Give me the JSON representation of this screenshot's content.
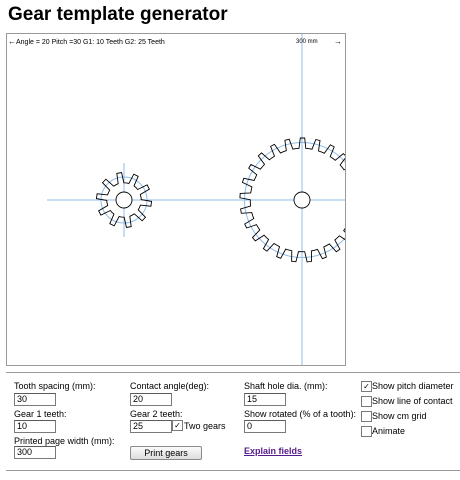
{
  "title": "Gear template generator",
  "canvas": {
    "info": "Angle = 20   Pitch =30   G1: 10 Teeth   G2: 25 Teeth",
    "scale_label": "300 mm",
    "left_arrow": "←",
    "right_arrow": "→"
  },
  "gears": {
    "gear1_teeth": 10,
    "gear2_teeth": 25,
    "pressure_angle_deg": 20,
    "show_pitch_diameter": true
  },
  "colors": {
    "gear_outline": "#000000",
    "pitch_circle": "#8fbce8",
    "center_lines": "#8fbce8"
  },
  "form": {
    "tooth_spacing": {
      "label": "Tooth spacing (mm):",
      "value": "30"
    },
    "gear1_teeth": {
      "label": "Gear 1 teeth:",
      "value": "10"
    },
    "page_width": {
      "label": "Printed page width (mm):",
      "value": "300"
    },
    "contact_angle": {
      "label": "Contact angle(deg):",
      "value": "20"
    },
    "gear2_teeth": {
      "label": "Gear 2 teeth:",
      "value": "25"
    },
    "two_gears": {
      "label": "Two gears",
      "checked": true
    },
    "print_button": "Print gears",
    "shaft_hole": {
      "label": "Shaft hole dia. (mm):",
      "value": "15"
    },
    "show_rotated": {
      "label": "Show rotated (% of a tooth):",
      "value": "0"
    },
    "explain_link": "Explain fields",
    "options": [
      {
        "label": "Show pitch diameter",
        "checked": true
      },
      {
        "label": "Show line of contact",
        "checked": false
      },
      {
        "label": "Show cm grid",
        "checked": false
      },
      {
        "label": "Animate",
        "checked": false
      }
    ]
  }
}
